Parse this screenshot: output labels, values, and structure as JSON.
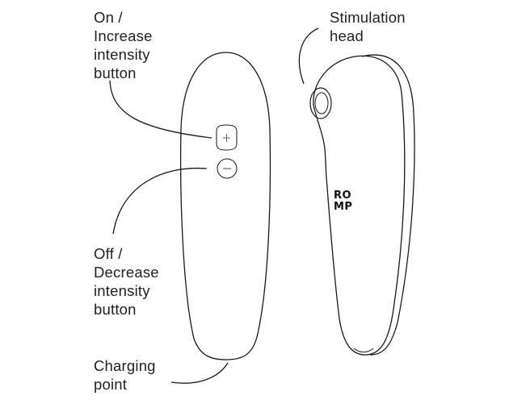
{
  "labels": {
    "on_increase": [
      "On /",
      "Increase",
      "intensity",
      "button"
    ],
    "stimulation_head": [
      "Stimulation",
      "head"
    ],
    "off_decrease": [
      "Off /",
      "Decrease",
      "intensity",
      "button"
    ],
    "charging_point": [
      "Charging",
      "point"
    ]
  },
  "brand": {
    "line1": "RO",
    "line2": "MP"
  },
  "icons": {
    "plus_button": "plus-icon",
    "minus_button": "minus-icon"
  },
  "colors": {
    "stroke": "#1a1a1a",
    "text": "#222222"
  }
}
